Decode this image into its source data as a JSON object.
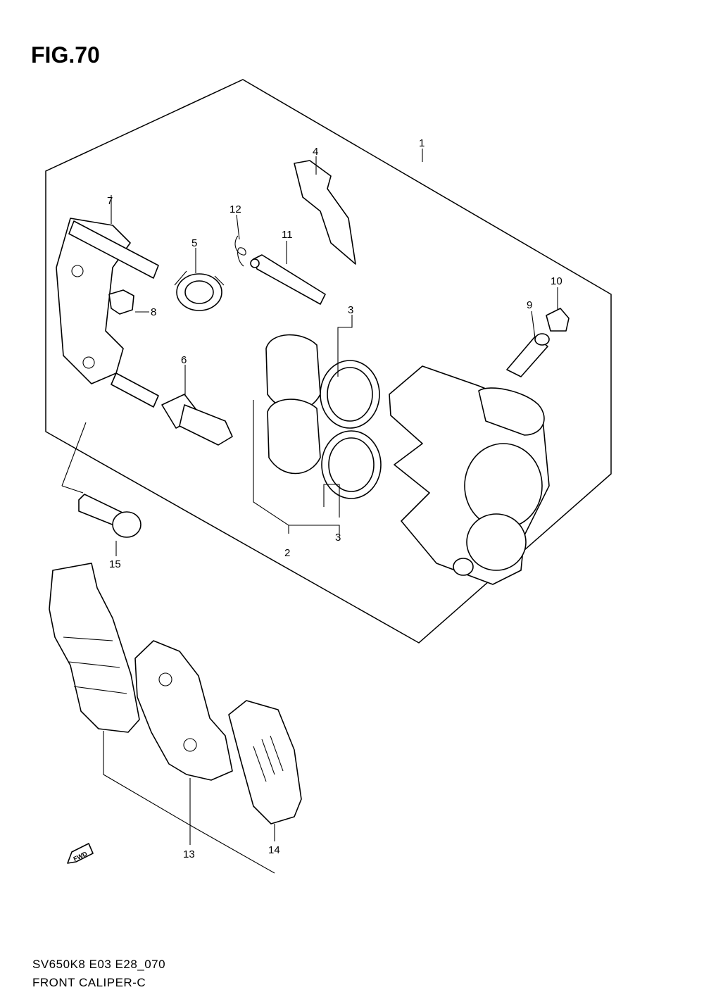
{
  "figure": {
    "title": "FIG.70"
  },
  "footer": {
    "code": "SV650K8 E03 E28_070",
    "name": "FRONT CALIPER-C"
  },
  "fwd_label": "FWD",
  "callouts": [
    "1",
    "2",
    "3",
    "3",
    "4",
    "5",
    "6",
    "7",
    "8",
    "9",
    "10",
    "11",
    "12",
    "13",
    "14",
    "15"
  ]
}
